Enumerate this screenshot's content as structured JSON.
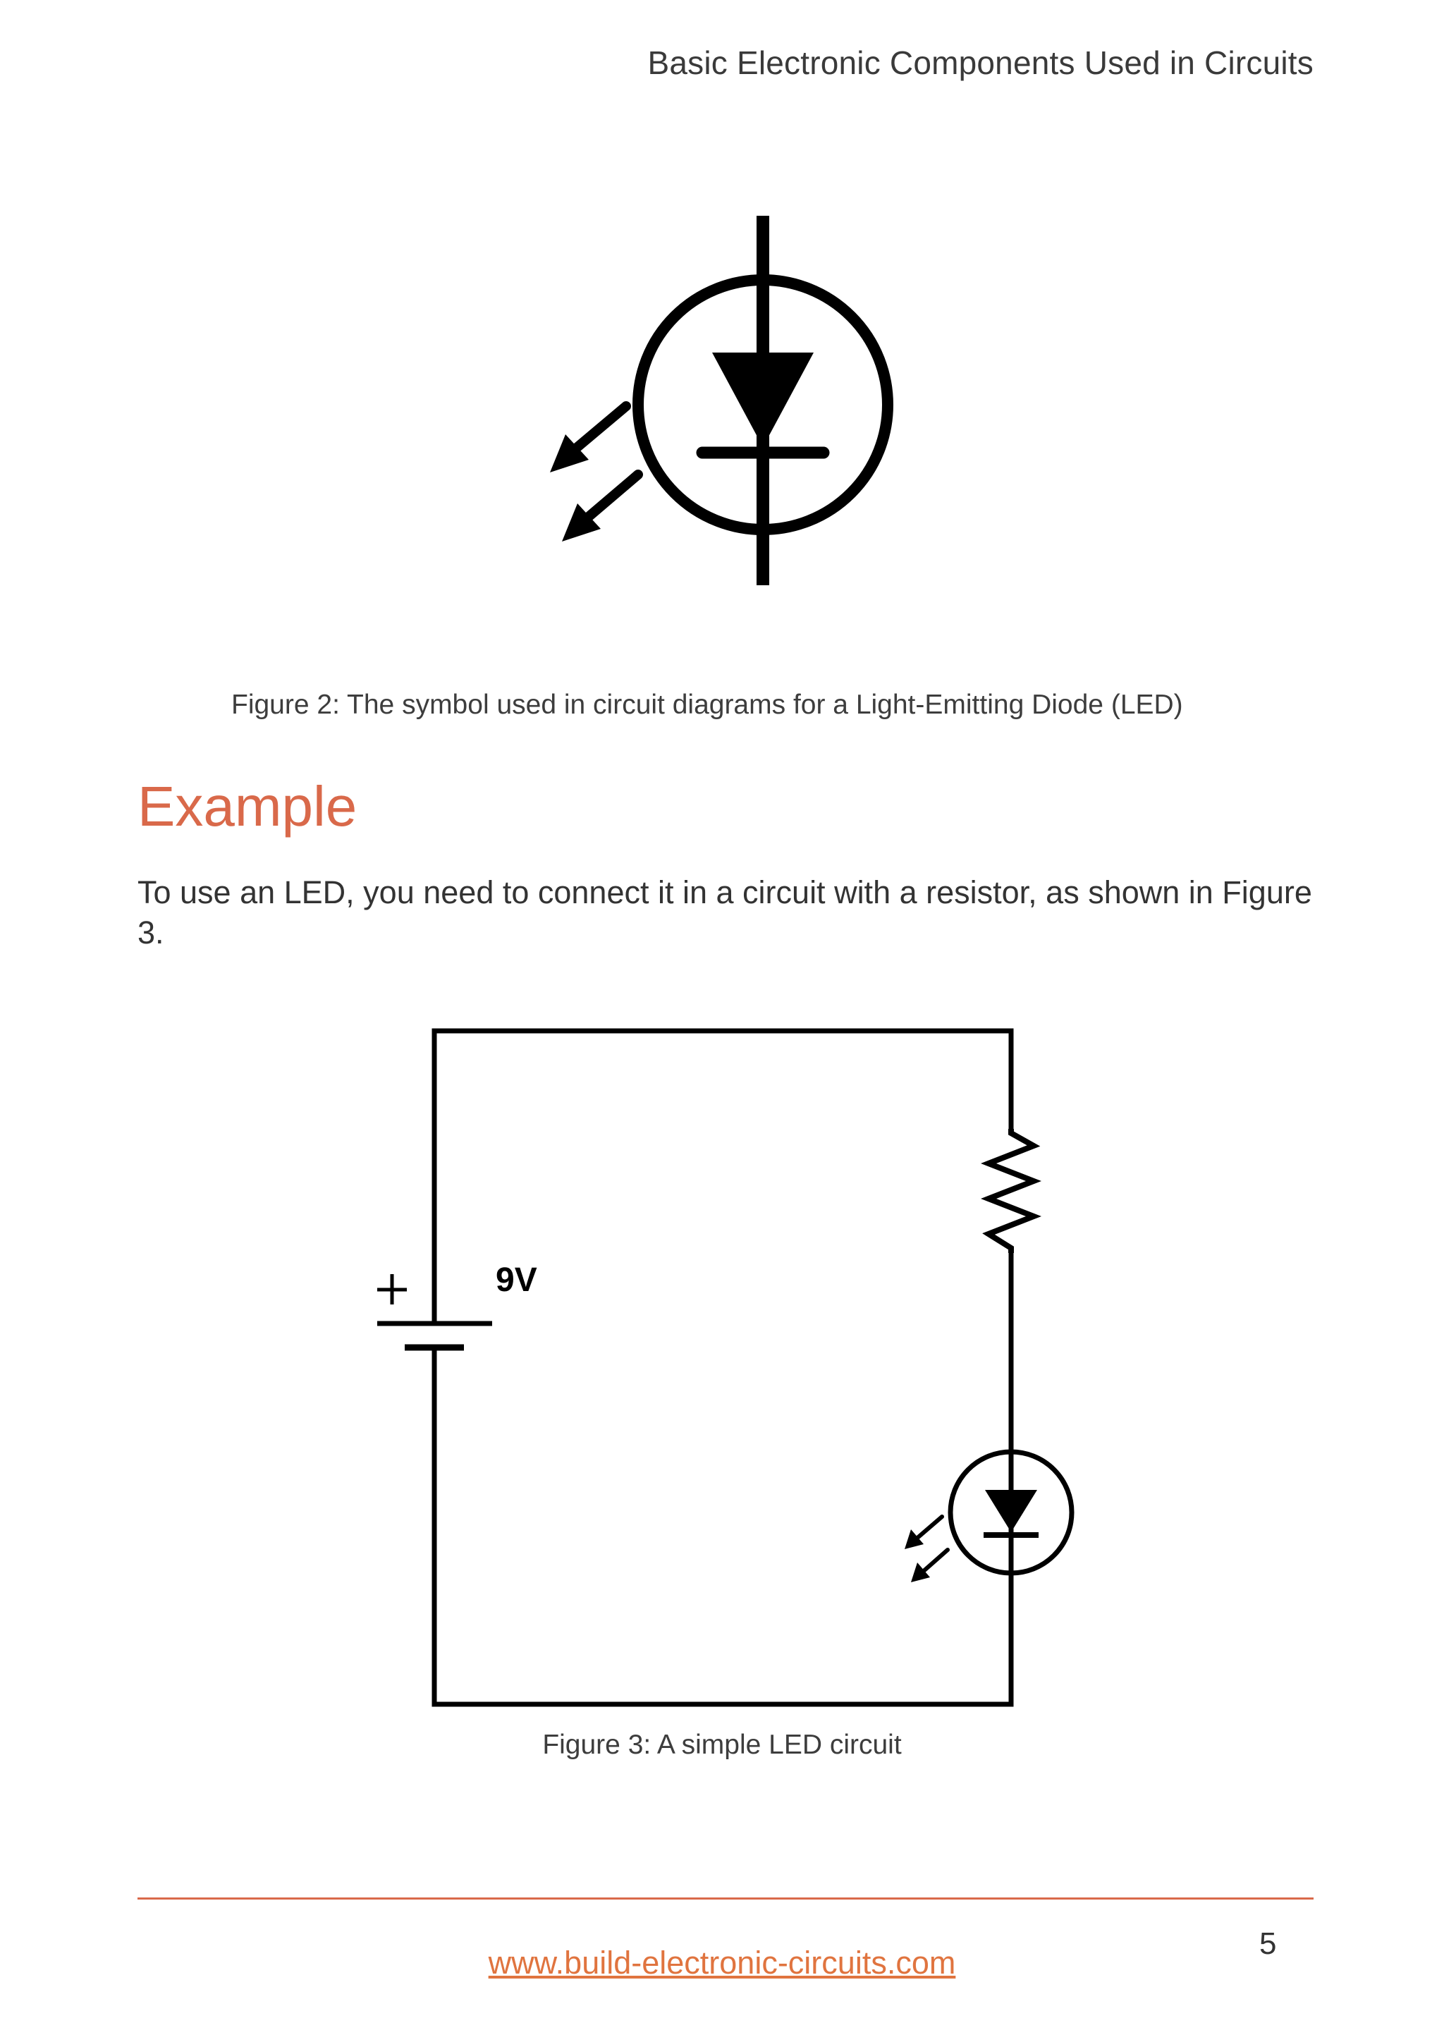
{
  "header": {
    "running_title": "Basic Electronic Components Used in Circuits"
  },
  "figure2": {
    "caption": "Figure 2: The symbol used in circuit diagrams for a Light-Emitting Diode (LED)"
  },
  "section": {
    "heading": "Example",
    "paragraph": "To use an LED, you need to connect it in a circuit with a resistor, as shown in Figure 3."
  },
  "figure3": {
    "battery_voltage": "9V",
    "battery_plus": "+",
    "caption": "Figure 3: A simple LED circuit"
  },
  "footer": {
    "url": "www.build-electronic-circuits.com",
    "page_number": "5"
  },
  "colors": {
    "accent": "#d9694a",
    "link": "#e0743f",
    "text": "#333333",
    "line": "#000000"
  },
  "icons": [
    "led-symbol-icon",
    "battery-icon",
    "resistor-icon",
    "emission-arrow-icon"
  ]
}
